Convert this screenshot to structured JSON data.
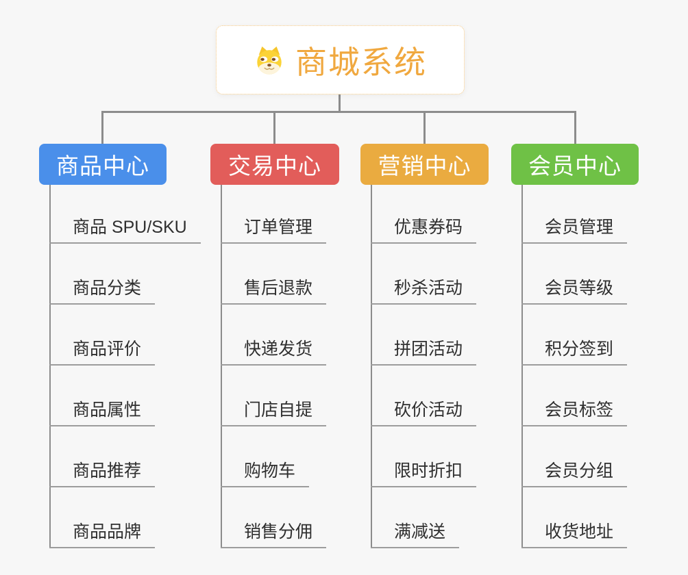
{
  "page": {
    "background": "#f7f7f7",
    "connector_color": "#8c8c8c",
    "underline_color": "#9c9c9c"
  },
  "root": {
    "label": "商城系统",
    "icon": "shiba-dog-icon",
    "text_color": "#f0a83f",
    "border_color": "#f5c882",
    "background": "#ffffff"
  },
  "branches": [
    {
      "label": "商品中心",
      "color": "#4a8fea",
      "items": [
        "商品 SPU/SKU",
        "商品分类",
        "商品评价",
        "商品属性",
        "商品推荐",
        "商品品牌"
      ]
    },
    {
      "label": "交易中心",
      "color": "#e25d5a",
      "items": [
        "订单管理",
        "售后退款",
        "快递发货",
        "门店自提",
        "购物车",
        "销售分佣"
      ]
    },
    {
      "label": "营销中心",
      "color": "#eaab40",
      "items": [
        "优惠券码",
        "秒杀活动",
        "拼团活动",
        "砍价活动",
        "限时折扣",
        "满减送"
      ]
    },
    {
      "label": "会员中心",
      "color": "#6fc146",
      "items": [
        "会员管理",
        "会员等级",
        "积分签到",
        "会员标签",
        "会员分组",
        "收货地址"
      ]
    }
  ]
}
